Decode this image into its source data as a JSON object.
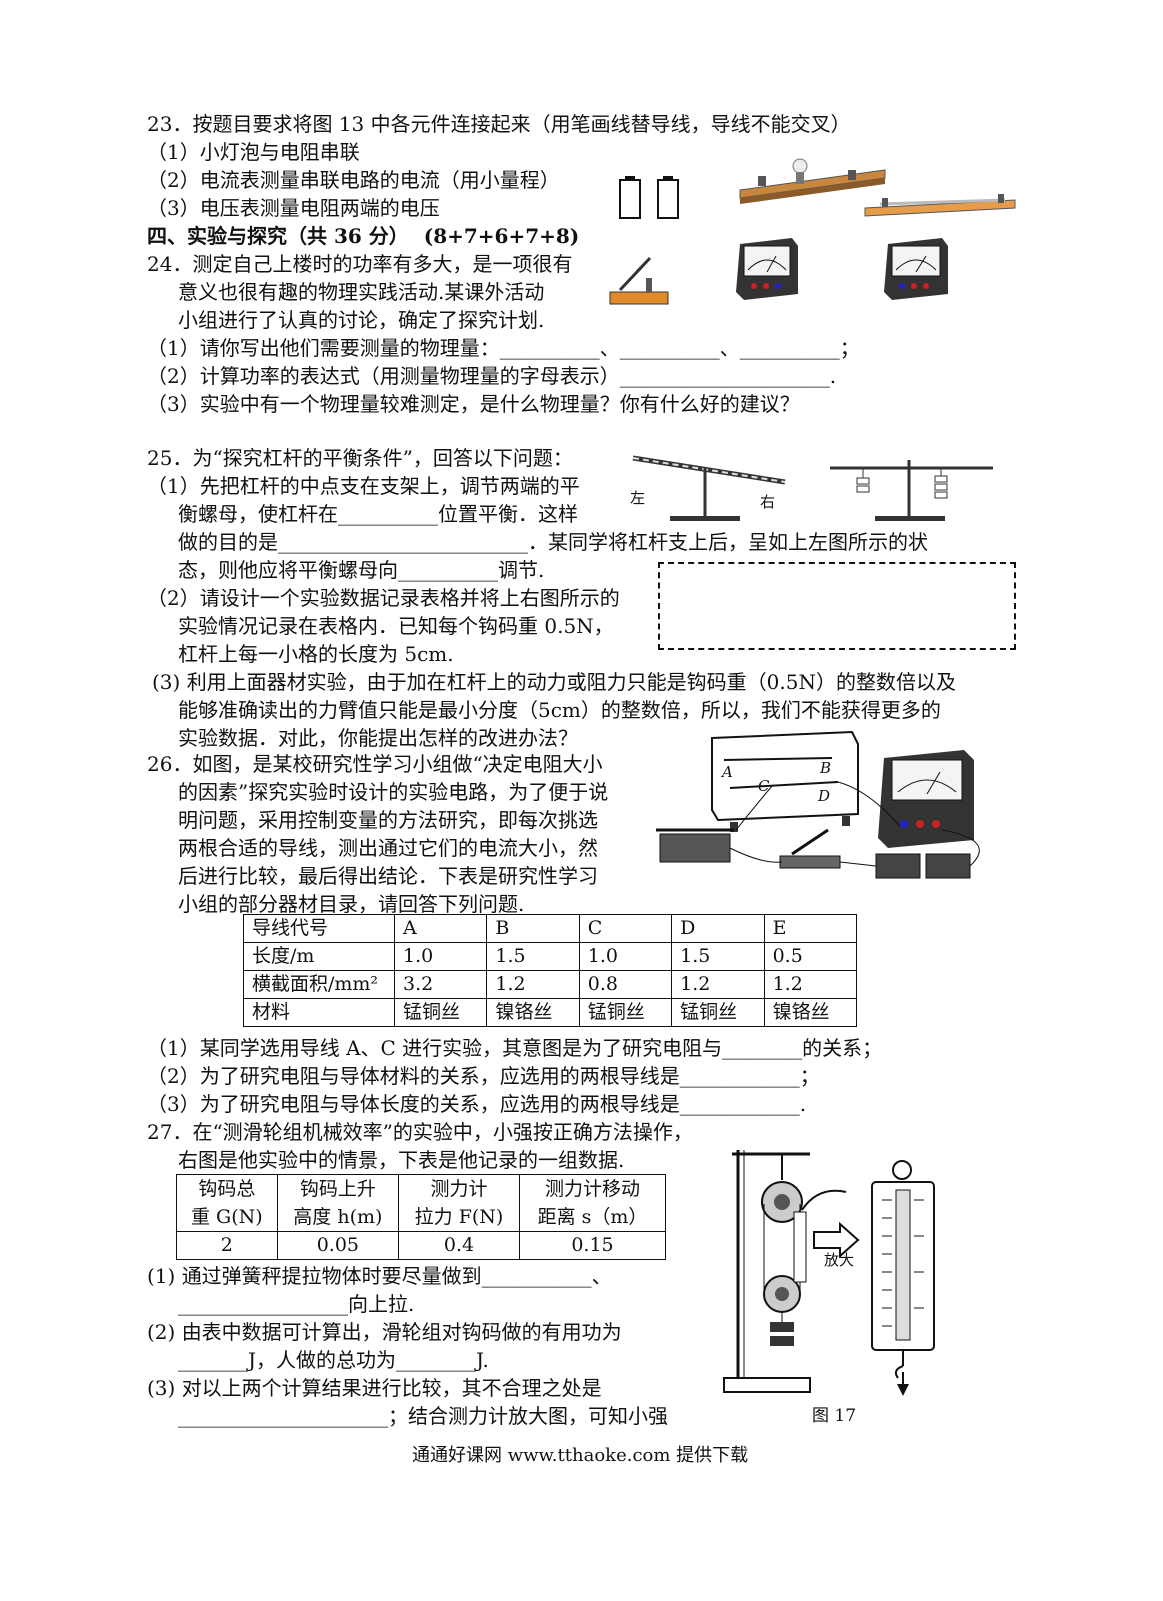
{
  "q23": {
    "title": "23．按题目要求将图 13 中各元件连接起来（用笔画线替导线，导线不能交叉）",
    "items": [
      "（1）小灯泡与电阻串联",
      "（2）电流表测量串联电路的电流（用小量程）",
      "（3）电压表测量电阻两端的电压"
    ]
  },
  "section4": {
    "title": "四、实验与探究（共 36 分）",
    "score": "(8+7+6+7+8)"
  },
  "q24": {
    "lines": [
      "24．测定自己上楼时的功率有多大，是一项很有",
      "意义也很有趣的物理实践活动.某课外活动",
      "小组进行了认真的讨论，确定了探究计划."
    ],
    "items": [
      "（1）请你写出他们需要测量的物理量：__________、__________、__________；",
      "（2）计算功率的表达式（用测量物理量的字母表示）_____________________.",
      "（3）实验中有一个物理量较难测定，是什么物理量？你有什么好的建议？"
    ]
  },
  "q25": {
    "lines": [
      "25．为“探究杠杆的平衡条件”，回答以下问题：",
      "（1）先把杠杆的中点支在支架上，调节两端的平",
      "衡螺母，使杠杆在__________位置平衡．这样",
      "做的目的是_________________________．某同学将杠杆支上后，呈如上左图所示的状",
      "态，则他应将平衡螺母向__________调节.",
      "（2）请设计一个实验数据记录表格并将上右图所示的",
      "实验情况记录在表格内．已知每个钩码重 0.5N，",
      "杠杆上每一小格的长度为 5cm.",
      "(3) 利用上面器材实验，由于加在杠杆上的动力或阻力只能是钩码重（0.5N）的整数倍以及",
      "能够准确读出的力臂值只能是最小分度（5cm）的整数倍，所以，我们不能获得更多的",
      "实验数据．对此，你能提出怎样的改进办法？"
    ],
    "fig_left": "左",
    "fig_right": "右"
  },
  "q26": {
    "lines": [
      "26．如图，是某校研究性学习小组做“决定电阻大小",
      "的因素”探究实验时设计的实验电路，为了便于说",
      "明问题，采用控制变量的方法研究，即每次挑选",
      "两根合适的导线，测出通过它们的电流大小，然",
      "后进行比较，最后得出结论．下表是研究性学习",
      "小组的部分器材目录，请回答下列问题."
    ],
    "table": [
      [
        "导线代号",
        "A",
        "B",
        "C",
        "D",
        "E"
      ],
      [
        "长度/m",
        "1.0",
        "1.5",
        "1.0",
        "1.5",
        "0.5"
      ],
      [
        "横截面积/mm²",
        "3.2",
        "1.2",
        "0.8",
        "1.2",
        "1.2"
      ],
      [
        "材料",
        "锰铜丝",
        "镍铬丝",
        "锰铜丝",
        "锰铜丝",
        "镍铬丝"
      ]
    ],
    "items": [
      "（1）某同学选用导线 A、C 进行实验，其意图是为了研究电阻与________的关系；",
      "（2）为了研究电阻与导体材料的关系，应选用的两根导线是____________；",
      "（3）为了研究电阻与导体长度的关系，应选用的两根导线是____________."
    ],
    "labels": [
      "A",
      "B",
      "C",
      "D"
    ]
  },
  "q27": {
    "lines": [
      "27．在“测滑轮组机械效率”的实验中，小强按正确方法操作，",
      "右图是他实验中的情景，下表是他记录的一组数据."
    ],
    "table_header": [
      [
        "钩码总",
        "重 G(N)"
      ],
      [
        "钩码上升",
        "高度 h(m)"
      ],
      [
        "测力计",
        "拉力 F(N)"
      ],
      [
        "测力计移动",
        "距离 s（m）"
      ]
    ],
    "table_row": [
      "2",
      "0.05",
      "0.4",
      "0.15"
    ],
    "items": [
      "(1) 通过弹簧秤提拉物体时要尽量做到___________、",
      "_________________向上拉.",
      "(2) 由表中数据可计算出，滑轮组对钩码做的有用功为",
      "_______J，人做的总功为________J.",
      "(3) 对以上两个计算结果进行比较，其不合理之处是",
      "_____________________；结合测力计放大图，可知小强"
    ],
    "magnify": "放大",
    "fig_caption": "图 17"
  },
  "footer": "通通好课网 www.tthaoke.com 提供下载"
}
